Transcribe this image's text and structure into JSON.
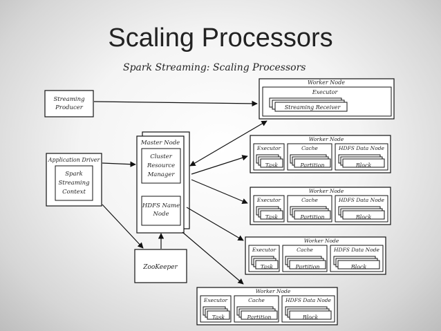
{
  "slide_title": "Scaling Processors",
  "diagram_title": "Spark Streaming: Scaling Processors",
  "producer": "Streaming Producer",
  "app_driver": {
    "title": "Application Driver",
    "context": "Spark Streaming Context"
  },
  "master": {
    "title": "Master Node",
    "crm": "Cluster Resource Manager",
    "hdfs": "HDFS Name Node"
  },
  "zookeeper": "ZooKeeper",
  "receiver_node": {
    "title": "Worker Node",
    "executor": "Executor",
    "receiver": "Streaming Receiver"
  },
  "worker": {
    "title": "Worker Node",
    "executor": "Executor",
    "task": "Task",
    "cache": "Cache",
    "partition": "Partition",
    "hdfs": "HDFS Data Node",
    "block": "Block"
  }
}
